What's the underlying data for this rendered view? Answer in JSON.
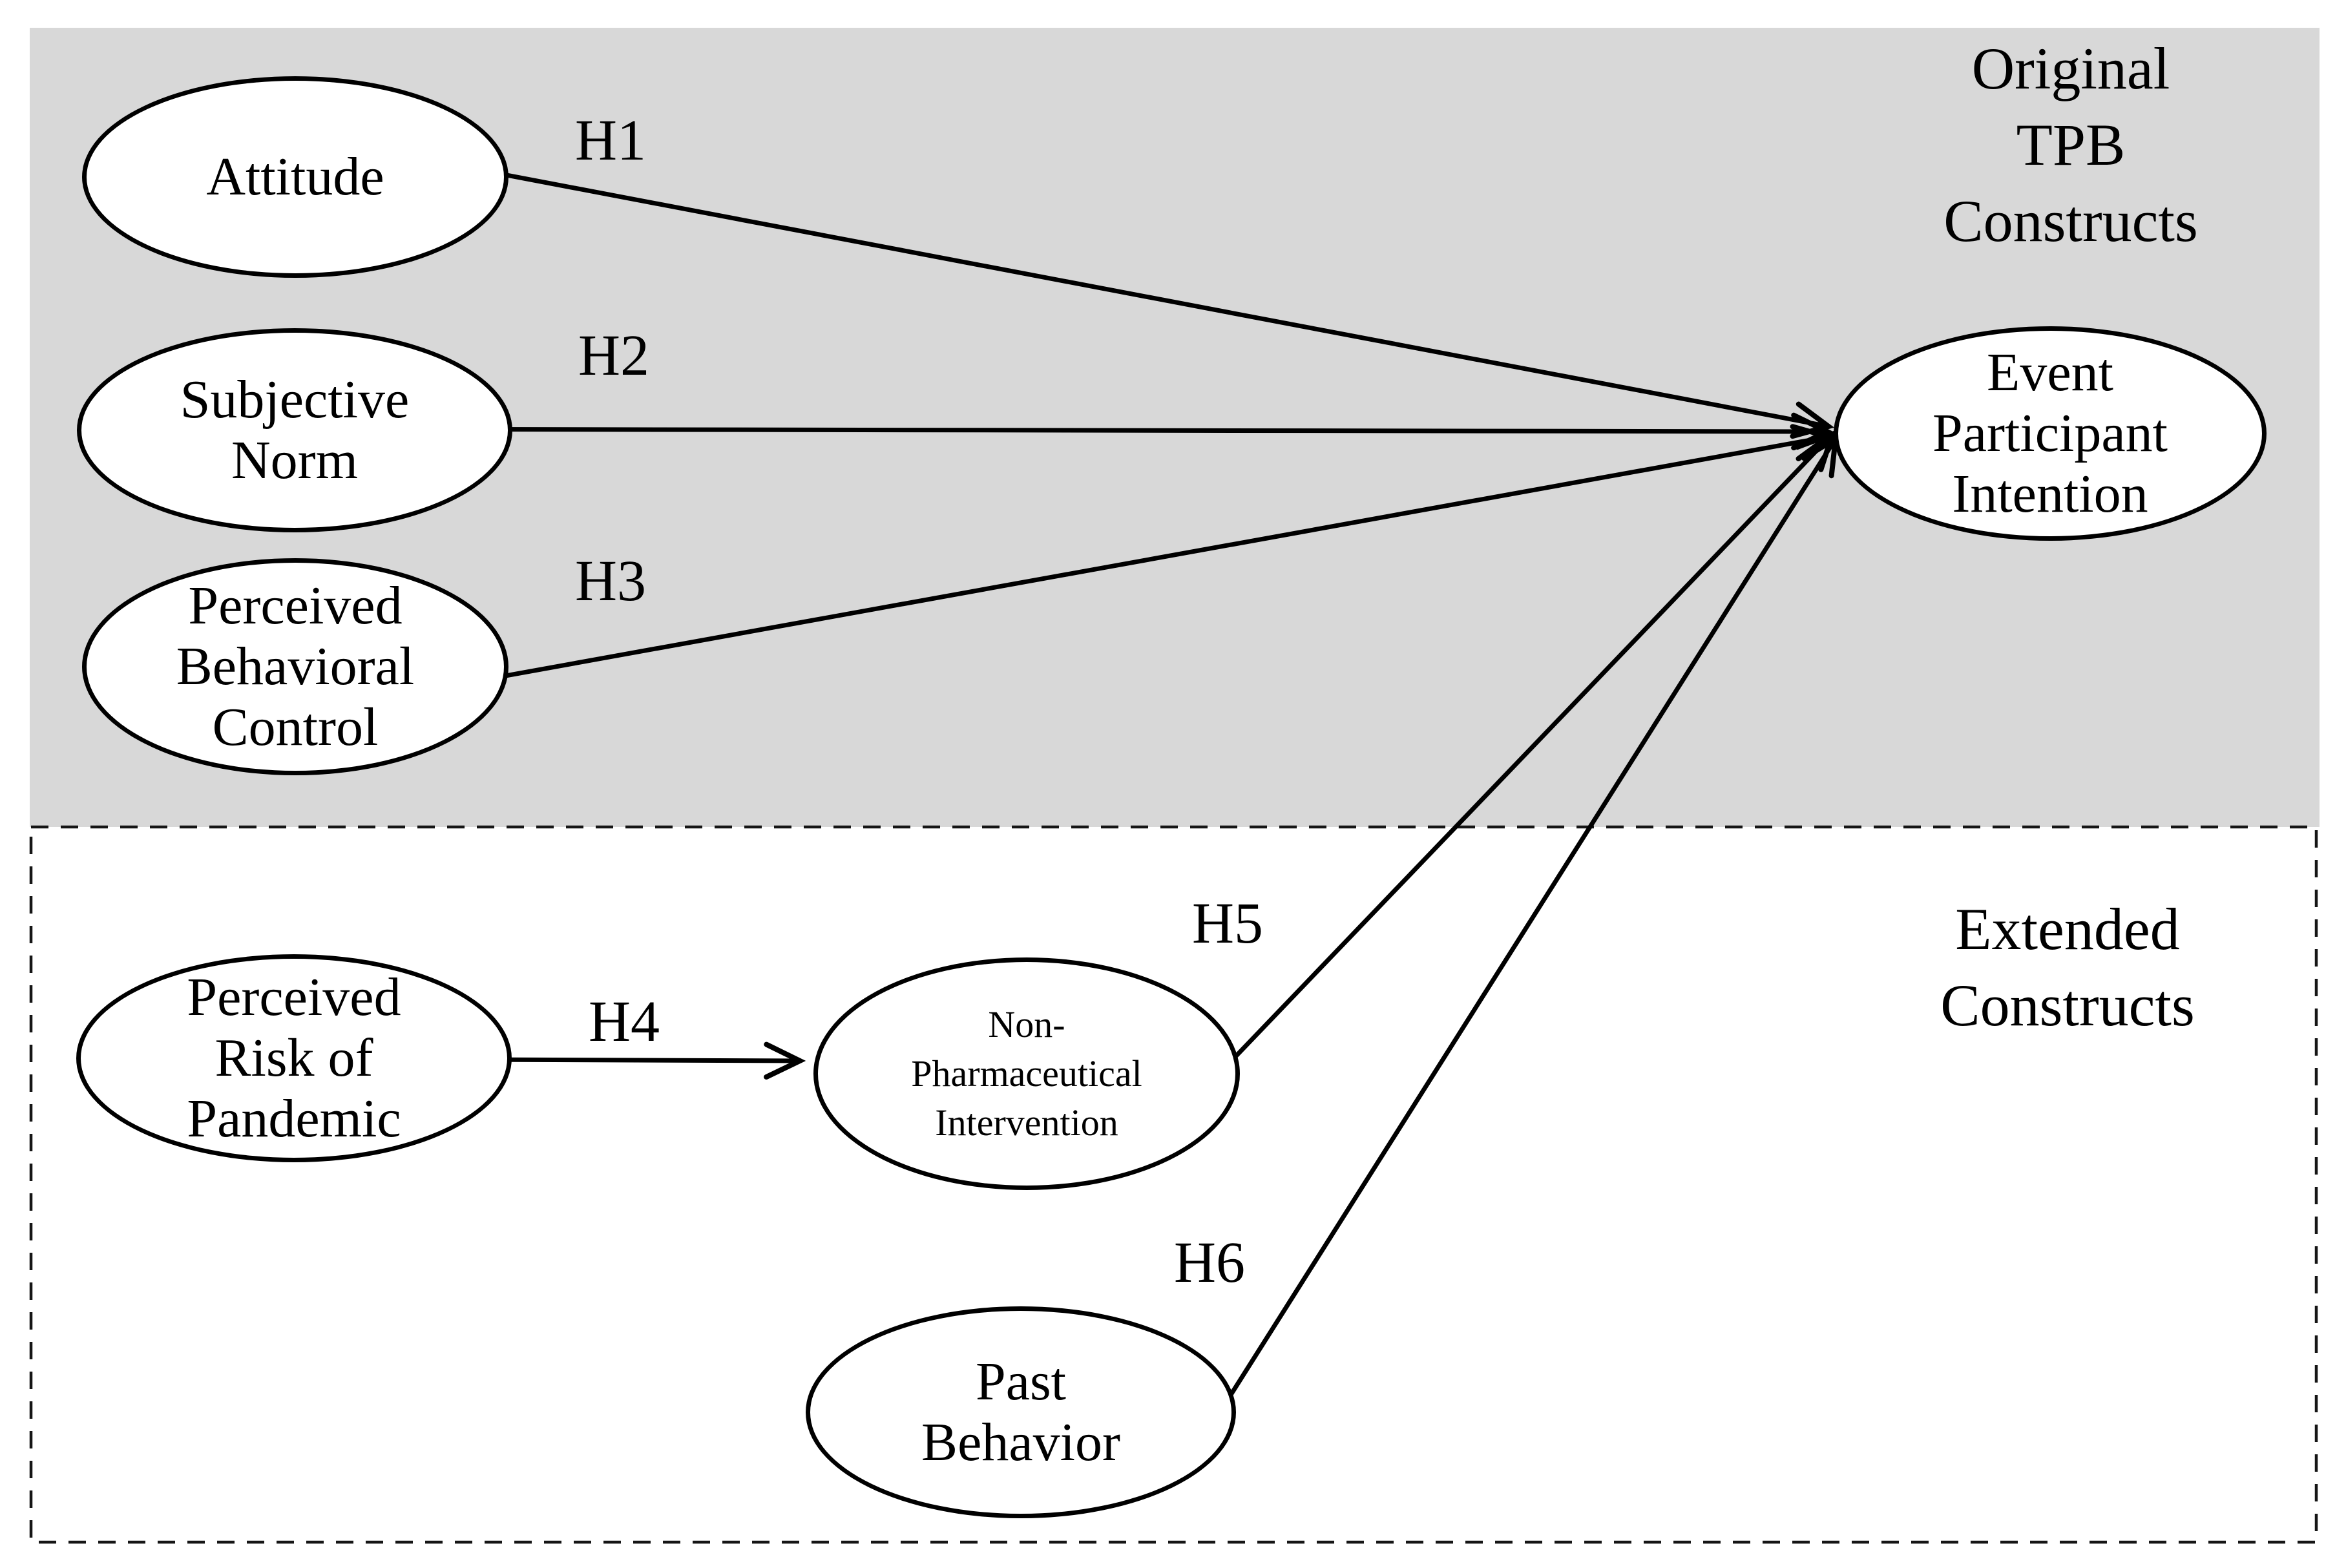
{
  "colors": {
    "section_band_gray": "#d8d8d8",
    "stroke_black": "#000000",
    "node_fill_white": "#ffffff"
  },
  "sections": {
    "original": {
      "label": "Original TPB\nConstructs"
    },
    "extended": {
      "label": "Extended\nConstructs"
    }
  },
  "nodes": {
    "attitude": {
      "label": "Attitude"
    },
    "subjective_norm": {
      "label": "Subjective\nNorm"
    },
    "perceived_behavioral_control": {
      "label": "Perceived\nBehavioral\nControl"
    },
    "event_participant_intention": {
      "label": "Event\nParticipant\nIntention"
    },
    "perceived_risk_of_pandemic": {
      "label": "Perceived\nRisk of\nPandemic"
    },
    "non_pharmaceutical_intervention": {
      "label": "Non-\nPharmaceutical\nIntervention"
    },
    "past_behavior": {
      "label": "Past\nBehavior"
    }
  },
  "hypotheses": {
    "h1": "H1",
    "h2": "H2",
    "h3": "H3",
    "h4": "H4",
    "h5": "H5",
    "h6": "H6"
  }
}
